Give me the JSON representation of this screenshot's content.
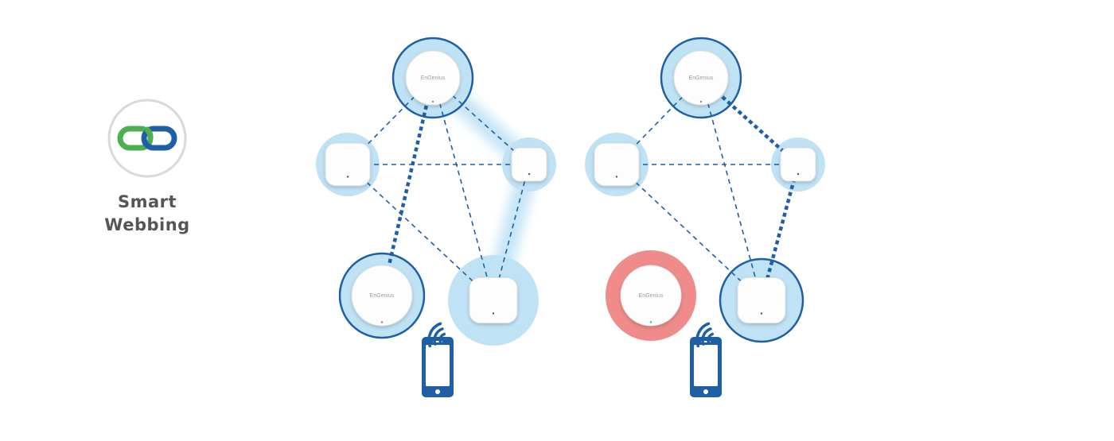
{
  "feature": {
    "title_line1": "Smart",
    "title_line2": "Webbing",
    "icon": "chain-link-icon"
  },
  "brand": {
    "text": "EnGenius"
  },
  "colors": {
    "halo": "#bfe2f5",
    "halo_ring": "#1f5fa6",
    "link": "#1f5fa6",
    "failed": "#f08b8b",
    "phone": "#1f5fa6",
    "chain_green": "#4caf50",
    "chain_blue": "#1f5fa6",
    "label": "#555555"
  },
  "diagrams": [
    {
      "name": "before",
      "nodes": [
        {
          "id": "top",
          "style": "ring",
          "brand": true
        },
        {
          "id": "left",
          "style": "halo",
          "brand": false
        },
        {
          "id": "right",
          "style": "halo",
          "brand": false
        },
        {
          "id": "bl",
          "style": "ring",
          "brand": true
        },
        {
          "id": "br",
          "style": "halo",
          "brand": false
        }
      ],
      "links": [
        {
          "from": "top",
          "to": "left",
          "kind": "thin"
        },
        {
          "from": "top",
          "to": "right",
          "kind": "thin"
        },
        {
          "from": "top",
          "to": "bl",
          "kind": "bold"
        },
        {
          "from": "top",
          "to": "br",
          "kind": "thin"
        },
        {
          "from": "left",
          "to": "right",
          "kind": "thin"
        },
        {
          "from": "left",
          "to": "br",
          "kind": "thin"
        },
        {
          "from": "right",
          "to": "br",
          "kind": "thin"
        }
      ],
      "glow_paths": [
        [
          "top",
          "right"
        ],
        [
          "right",
          "br"
        ]
      ],
      "phone_near": "bl"
    },
    {
      "name": "after",
      "nodes": [
        {
          "id": "top",
          "style": "ring",
          "brand": true
        },
        {
          "id": "left",
          "style": "halo",
          "brand": false
        },
        {
          "id": "right",
          "style": "halo",
          "brand": false
        },
        {
          "id": "bl",
          "style": "failed",
          "brand": true
        },
        {
          "id": "br",
          "style": "ring",
          "brand": false
        }
      ],
      "links": [
        {
          "from": "top",
          "to": "left",
          "kind": "thin"
        },
        {
          "from": "top",
          "to": "right",
          "kind": "bold"
        },
        {
          "from": "top",
          "to": "br",
          "kind": "thin"
        },
        {
          "from": "left",
          "to": "right",
          "kind": "thin"
        },
        {
          "from": "left",
          "to": "br",
          "kind": "thin"
        },
        {
          "from": "right",
          "to": "br",
          "kind": "bold"
        }
      ],
      "glow_paths": [],
      "phone_near": "bl"
    }
  ]
}
